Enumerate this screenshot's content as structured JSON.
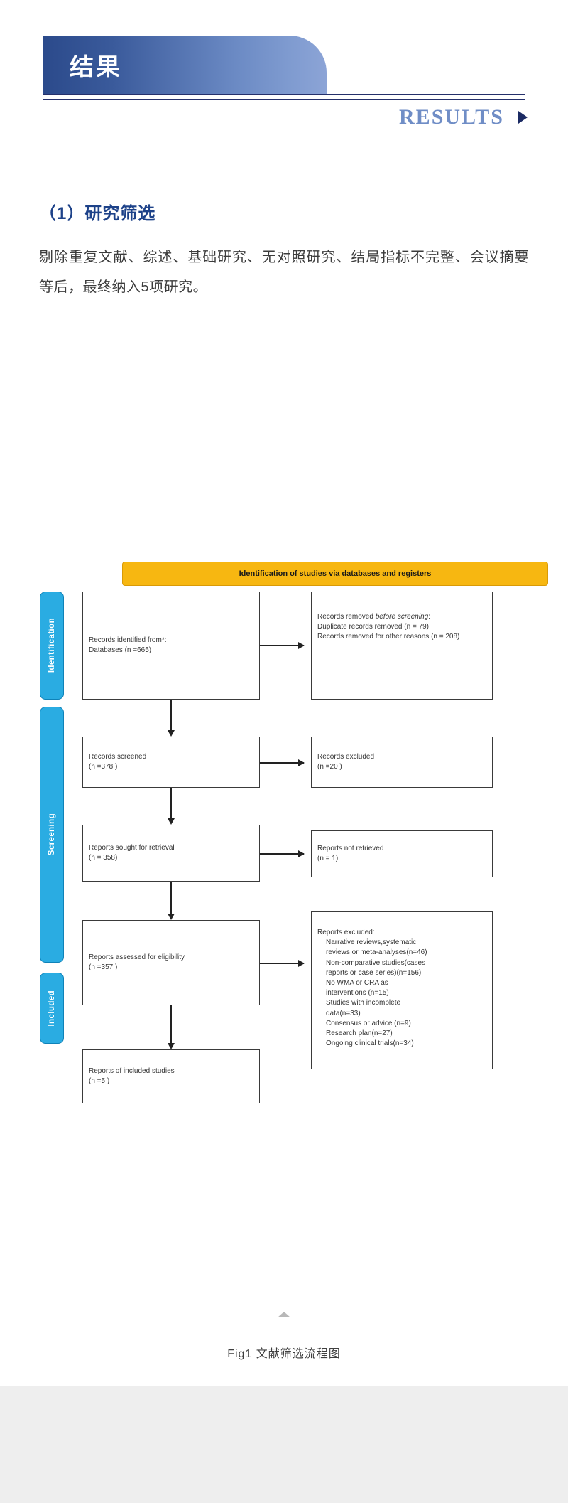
{
  "header": {
    "banner_title": "结果",
    "results_label": "RESULTS",
    "arrow_icon": "triangle-right-icon",
    "accent_dark": "#25306b",
    "accent_light": "#6f8dc6"
  },
  "body": {
    "section_heading": "（1）研究筛选",
    "paragraph": "剔除重复文献、综述、基础研究、无对照研究、结局指标不完整、会议摘要等后，最终纳入5项研究。"
  },
  "figure": {
    "caption": "Fig1 文献筛选流程图",
    "scroll_caret_icon": "caret-up-icon",
    "banner_color": "#f7b711",
    "tab_color": "#2aace2",
    "prisma": {
      "banner": "Identification of studies via databases and registers",
      "stages": [
        {
          "label": "Identification"
        },
        {
          "label": "Screening"
        },
        {
          "label": "Included"
        }
      ],
      "boxes": {
        "identified": "Records identified from*:\nDatabases (n =665)",
        "removed_title": "Records removed ",
        "removed_title_italic": "before screening",
        "removed_title_colon": ":",
        "removed_body": "Duplicate records removed  (n = 79)\nRecords removed for other reasons (n = 208)",
        "screened": "Records screened\n(n =378 )",
        "excluded": "Records excluded\n(n =20 )",
        "sought": "Reports sought for retrieval\n(n = 358)",
        "not_retrieved": "Reports not retrieved\n(n = 1)",
        "assessed": "Reports assessed for eligibility\n(n =357 )",
        "reports_excluded_title": "Reports excluded:",
        "reports_excluded_list": "Narrative reviews,systematic\nreviews or meta-analyses(n=46)\nNon-comparative studies(cases\nreports or case series)(n=156)\nNo WMA or CRA as\ninterventions (n=15)\nStudies with incomplete\ndata(n=33)\nConsensus or advice (n=9)\nResearch plan(n=27)\nOngoing clinical trials(n=34)",
        "included": "Reports of included studies\n(n =5 )"
      }
    }
  },
  "chart_data": {
    "type": "diagram",
    "title": "Identification of studies via databases and registers",
    "nodes": [
      {
        "id": "identified",
        "stage": "Identification",
        "label": "Records identified from*: Databases",
        "n": 665
      },
      {
        "id": "removed_duplicates",
        "stage": "Identification",
        "label": "Duplicate records removed",
        "n": 79
      },
      {
        "id": "removed_other",
        "stage": "Identification",
        "label": "Records removed for other reasons",
        "n": 208
      },
      {
        "id": "screened",
        "stage": "Screening",
        "label": "Records screened",
        "n": 378
      },
      {
        "id": "excluded",
        "stage": "Screening",
        "label": "Records excluded",
        "n": 20
      },
      {
        "id": "sought",
        "stage": "Screening",
        "label": "Reports sought for retrieval",
        "n": 358
      },
      {
        "id": "not_retrieved",
        "stage": "Screening",
        "label": "Reports not retrieved",
        "n": 1
      },
      {
        "id": "assessed",
        "stage": "Screening",
        "label": "Reports assessed for eligibility",
        "n": 357
      },
      {
        "id": "excl_narrative",
        "stage": "Screening",
        "label": "Narrative reviews, systematic reviews or meta-analyses",
        "n": 46
      },
      {
        "id": "excl_noncomparative",
        "stage": "Screening",
        "label": "Non-comparative studies (cases reports or case series)",
        "n": 156
      },
      {
        "id": "excl_nowma",
        "stage": "Screening",
        "label": "No WMA or CRA as interventions",
        "n": 15
      },
      {
        "id": "excl_incomplete",
        "stage": "Screening",
        "label": "Studies with incomplete data",
        "n": 33
      },
      {
        "id": "excl_consensus",
        "stage": "Screening",
        "label": "Consensus or advice",
        "n": 9
      },
      {
        "id": "excl_plan",
        "stage": "Screening",
        "label": "Research plan",
        "n": 27
      },
      {
        "id": "excl_ongoing",
        "stage": "Screening",
        "label": "Ongoing clinical trials",
        "n": 34
      },
      {
        "id": "included",
        "stage": "Included",
        "label": "Reports of included studies",
        "n": 5
      }
    ],
    "edges": [
      {
        "from": "identified",
        "to": "removed_duplicates"
      },
      {
        "from": "identified",
        "to": "screened"
      },
      {
        "from": "screened",
        "to": "excluded"
      },
      {
        "from": "screened",
        "to": "sought"
      },
      {
        "from": "sought",
        "to": "not_retrieved"
      },
      {
        "from": "sought",
        "to": "assessed"
      },
      {
        "from": "assessed",
        "to": "excl_narrative"
      },
      {
        "from": "assessed",
        "to": "included"
      }
    ]
  }
}
